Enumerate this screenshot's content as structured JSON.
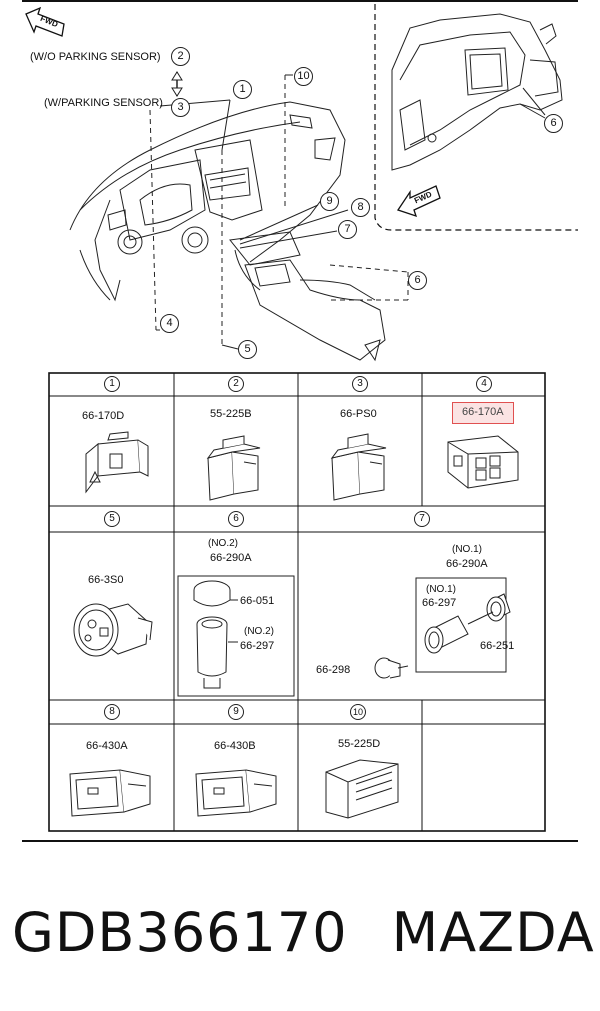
{
  "top_diagram": {
    "fwd_label": "FWD",
    "fwd_label_right": "FWD",
    "callouts": [
      {
        "id": "c2",
        "num": "2",
        "text": "(W/O PARKING SENSOR)"
      },
      {
        "id": "c3",
        "num": "3",
        "text": "(W/PARKING SENSOR)"
      },
      {
        "id": "c1",
        "num": "1"
      },
      {
        "id": "c10",
        "num": "10"
      },
      {
        "id": "c9",
        "num": "9"
      },
      {
        "id": "c8",
        "num": "8"
      },
      {
        "id": "c7",
        "num": "7"
      },
      {
        "id": "c6",
        "num": "6"
      },
      {
        "id": "c4",
        "num": "4"
      },
      {
        "id": "c5",
        "num": "5"
      },
      {
        "id": "c6r",
        "num": "6"
      }
    ]
  },
  "parts_table": {
    "highlight_color": "#e05050",
    "cells": [
      {
        "num": "1",
        "code": "66-170D"
      },
      {
        "num": "2",
        "code": "55-225B"
      },
      {
        "num": "3",
        "code": "66-PS0"
      },
      {
        "num": "4",
        "code": "66-170A",
        "highlighted": true
      },
      {
        "num": "5",
        "code": "66-3S0"
      },
      {
        "num": "6",
        "note": "(NO.2)",
        "code": "66-290A",
        "sub": [
          {
            "code": "66-051"
          },
          {
            "note": "(NO.2)",
            "code": "66-297"
          }
        ]
      },
      {
        "num": "7",
        "note": "(NO.1)",
        "code": "66-290A",
        "sub": [
          {
            "note": "(NO.1)",
            "code": "66-297"
          },
          {
            "code": "66-251"
          },
          {
            "code": "66-298"
          }
        ]
      },
      {
        "num": "8",
        "code": "66-430A"
      },
      {
        "num": "9",
        "code": "66-430B"
      },
      {
        "num": "10",
        "code": "55-225D"
      }
    ]
  },
  "caption": {
    "part_number": "GDB366170",
    "brand": "MAZDA"
  }
}
